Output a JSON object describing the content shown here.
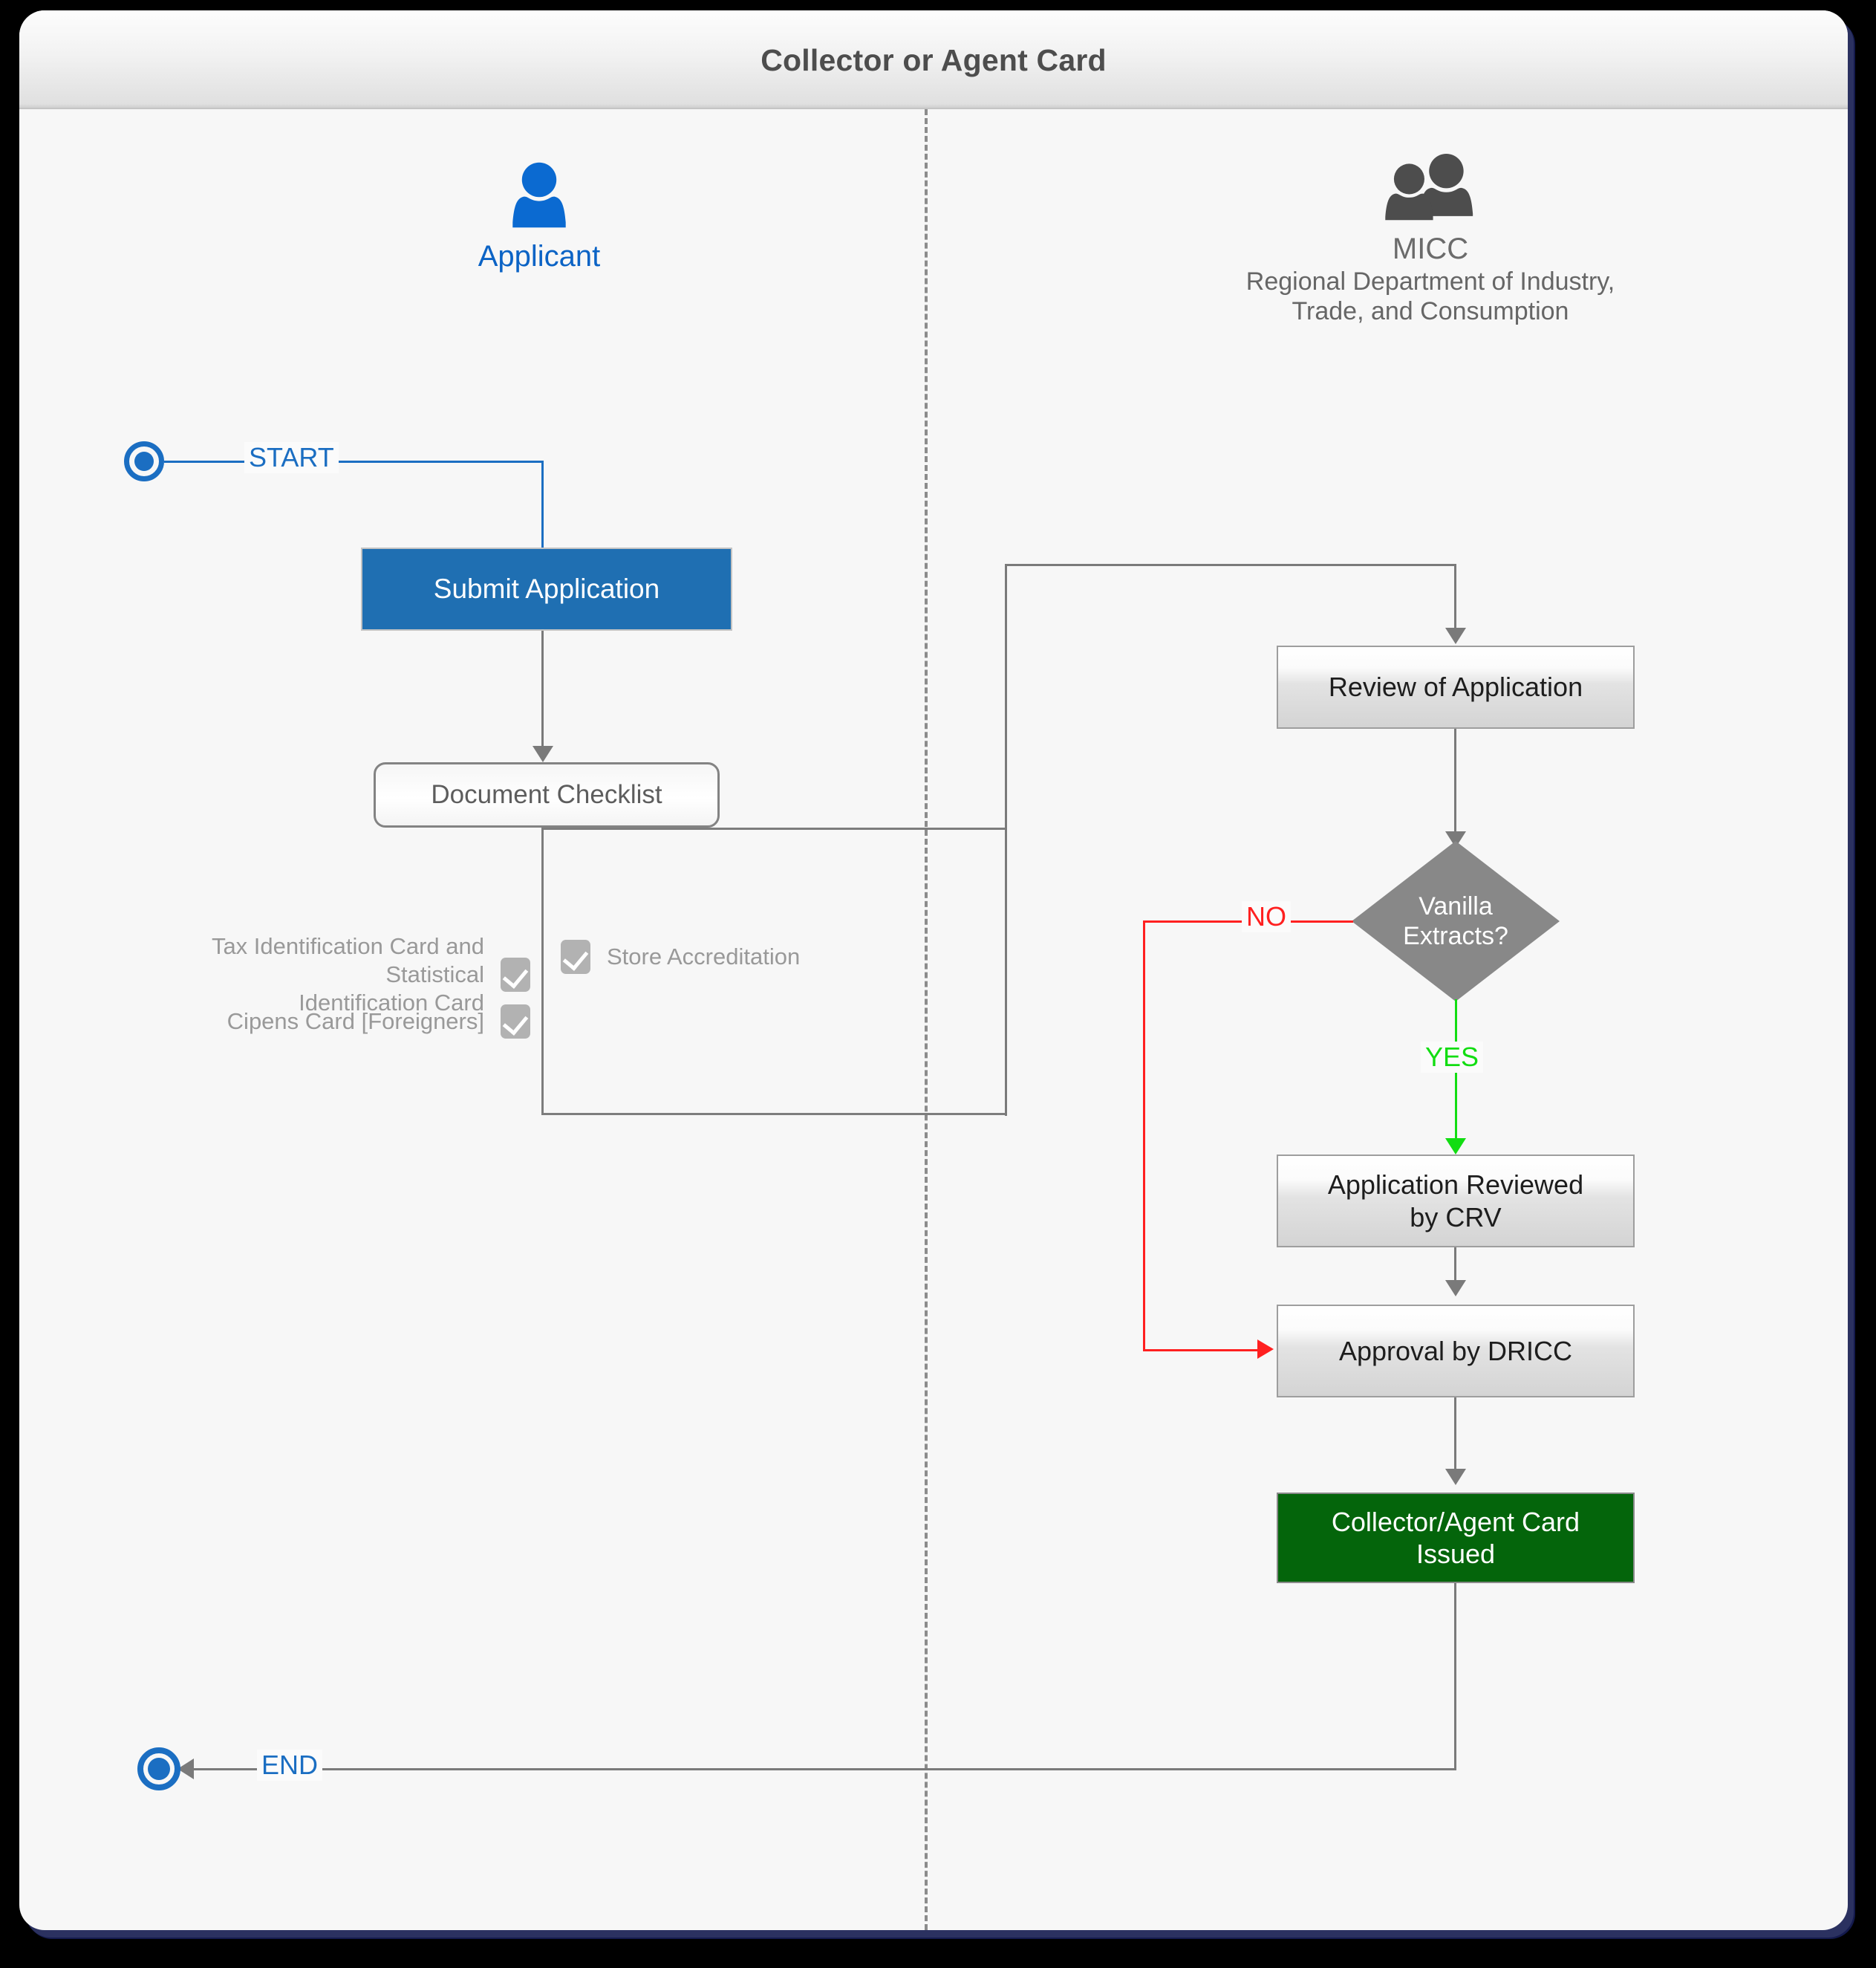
{
  "window": {
    "title": "Collector or Agent Card",
    "shadow_color": "#141a4d",
    "canvas_bg": "#f7f7f7"
  },
  "lanes": [
    {
      "id": "applicant",
      "icon": "single-person-icon",
      "title": "Applicant",
      "subtitle": "",
      "color": "#0b63c5"
    },
    {
      "id": "micc",
      "icon": "two-people-icon",
      "title": "MICC",
      "subtitle_line1": "Regional Department of Industry,",
      "subtitle_line2": "Trade, and Consumption",
      "color": "#6b6b6b"
    }
  ],
  "terminators": {
    "start": {
      "label": "START",
      "color": "#1b6ec2"
    },
    "end": {
      "label": "END",
      "color": "#1b6ec2"
    }
  },
  "nodes": {
    "submit_application": {
      "label": "Submit Application",
      "fill": "#1f6fb2",
      "text_color": "#ffffff"
    },
    "document_checklist": {
      "label": "Document Checklist",
      "fill": "#f6f6f6",
      "text_color": "#5d5d5d"
    },
    "review_of_application": {
      "label": "Review of Application",
      "fill": "#dcdcdc",
      "text_color": "#1d1d1d"
    },
    "vanilla_extracts_decision": {
      "line1": "Vanilla",
      "line2": "Extracts?",
      "fill": "#888888",
      "text_color": "#ffffff"
    },
    "application_reviewed_crv": {
      "line1": "Application Reviewed",
      "line2": "by CRV",
      "fill": "#dcdcdc",
      "text_color": "#1d1d1d"
    },
    "approval_by_dricc": {
      "label": "Approval by DRICC",
      "fill": "#dcdcdc",
      "text_color": "#1d1d1d"
    },
    "card_issued": {
      "line1": "Collector/Agent Card",
      "line2": "Issued",
      "fill": "#04650b",
      "text_color": "#ffffff"
    }
  },
  "edges": {
    "no_label": {
      "text": "NO",
      "color": "#ff2020"
    },
    "yes_label": {
      "text": "YES",
      "color": "#12dd12"
    }
  },
  "checklist": {
    "title": "Document Checklist",
    "left_items": [
      {
        "label_line1": "Tax Identification Card and Statistical",
        "label_line2": "Identification Card",
        "checked": true
      },
      {
        "label_line1": "Cipens Card [Foreigners]",
        "label_line2": "",
        "checked": true
      }
    ],
    "right_items": [
      {
        "label_line1": "Store Accreditation",
        "label_line2": "",
        "checked": true
      }
    ]
  }
}
